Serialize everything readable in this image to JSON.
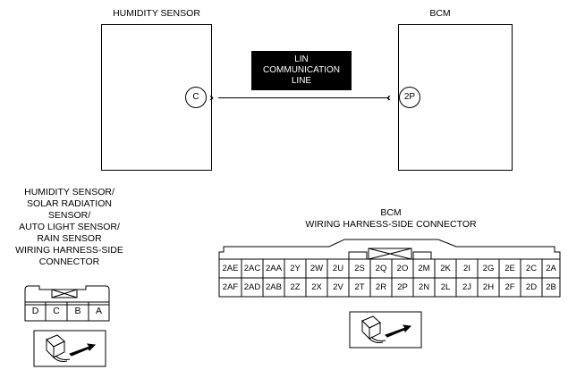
{
  "diagram": {
    "left_unit_title": "HUMIDITY SENSOR",
    "right_unit_title": "BCM",
    "left_pin": "C",
    "right_pin": "2P",
    "line_label_lines": [
      "LIN",
      "COMMUNICATION",
      "LINE"
    ]
  },
  "left_connector": {
    "label_lines": [
      "HUMIDITY SENSOR/",
      "SOLAR RADIATION",
      "SENSOR/",
      "AUTO LIGHT SENSOR/",
      "RAIN SENSOR",
      "WIRING HARNESS-SIDE",
      "CONNECTOR"
    ],
    "pins": [
      "D",
      "C",
      "B",
      "A"
    ]
  },
  "bcm_connector": {
    "label_lines": [
      "BCM",
      "WIRING HARNESS-SIDE CONNECTOR"
    ],
    "row1": [
      "2AE",
      "2AC",
      "2AA",
      "2Y",
      "2W",
      "2U",
      "2S",
      "2Q",
      "2O",
      "2M",
      "2K",
      "2I",
      "2G",
      "2E",
      "2C",
      "2A"
    ],
    "row2": [
      "2AF",
      "2AD",
      "2AB",
      "2Z",
      "2X",
      "2V",
      "2T",
      "2R",
      "2P",
      "2N",
      "2L",
      "2J",
      "2H",
      "2F",
      "2D",
      "2B"
    ]
  }
}
